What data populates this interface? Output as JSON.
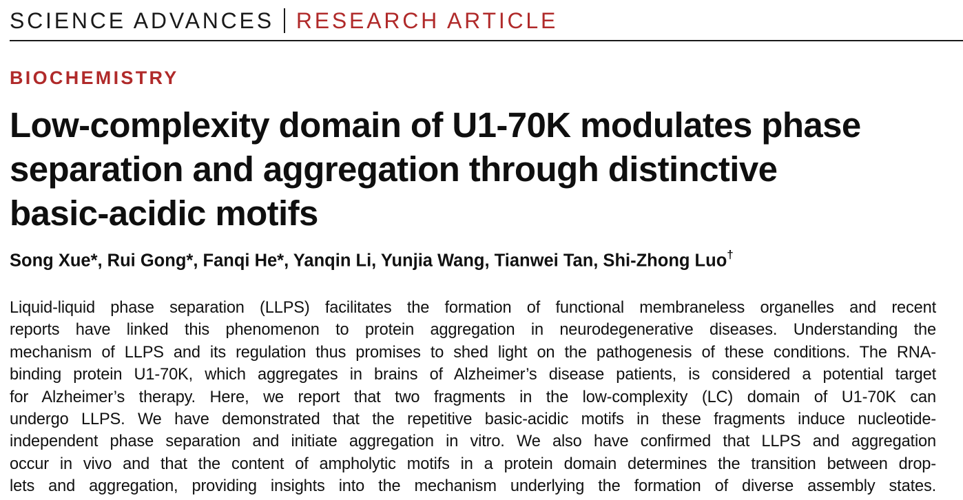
{
  "header": {
    "journal": "SCIENCE ADVANCES",
    "article_type": "RESEARCH ARTICLE"
  },
  "section": "BIOCHEMISTRY",
  "title_lines": [
    "Low-complexity domain of U1-70K modulates phase",
    "separation and aggregation through distinctive",
    "basic-acidic motifs"
  ],
  "authors": {
    "names": "Song Xue*, Rui Gong*, Fanqi He*, Yanqin Li, Yunjia Wang, Tianwei Tan, Shi-Zhong Luo",
    "mark": "†"
  },
  "abstract_lines": [
    "Liquid-liquid phase separation (LLPS) facilitates the formation of functional membraneless organelles and recent",
    "reports have linked this phenomenon to protein aggregation in neurodegenerative diseases. Understanding the",
    "mechanism of LLPS and its regulation thus promises to shed light on the pathogenesis of these conditions. The RNA-",
    "binding protein U1-70K, which aggregates in brains of Alzheimer’s disease patients, is considered a potential target",
    "for Alzheimer’s therapy. Here, we report that two fragments in the low-complexity (LC) domain of U1-70K can",
    "undergo LLPS. We have demonstrated that the repetitive basic-acidic motifs in these fragments induce nucleotide-",
    "independent phase separation and initiate aggregation in vitro. We also have confirmed that LLPS and aggregation",
    "occur in vivo and that the content of ampholytic motifs in a protein domain determines the transition between drop-",
    "lets and aggregation, providing insights into the mechanism underlying the formation of diverse assembly states."
  ],
  "colors": {
    "accent": "#b02a2a",
    "text": "#111111"
  }
}
